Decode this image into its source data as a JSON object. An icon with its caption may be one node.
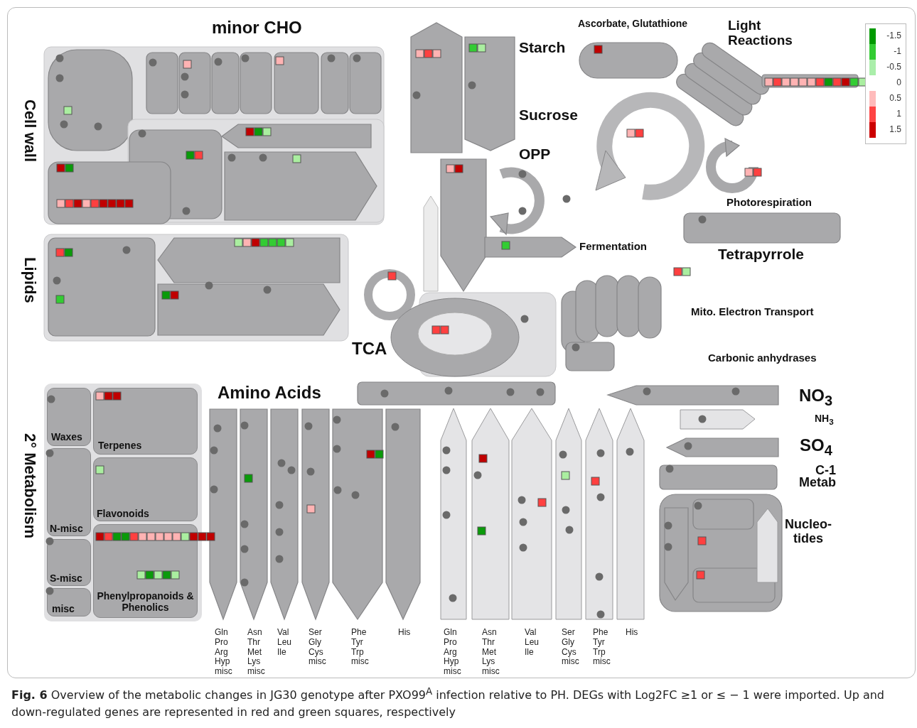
{
  "diagram": {
    "caption": "**Fig. 6** Overview of the metabolic changes in JG30 genotype after PXO99$^{A}$ infection relative to PH. DEGs with Log2FC ≥1 or ≤ − 1 were imported. Up and down-regulated genes are represented in red and green squares, respectively",
    "nodes": [
      {
        "text": [
          "Waxes"
        ]
      },
      {
        "text": [
          "Terpenes"
        ]
      },
      {
        "text": [
          "Flavonoids"
        ]
      },
      {
        "text": [
          "N-misc"
        ]
      },
      {
        "text": [
          "Phenylpropanoids & Phenolics"
        ]
      },
      {
        "text": [
          "S-misc"
        ]
      },
      {
        "text": [
          "misc"
        ]
      }
    ],
    "labels": [
      "minor CHO",
      "Ascorbate, Glutathione",
      "Light Reactions",
      "Starch",
      "Cell wall",
      "Sucrose",
      "OPP",
      "Photorespiration",
      "Fermentation",
      "Tetrapyrrole",
      "Lipids",
      "Mito. Electron Transport",
      "TCA",
      "Carbonic anhydrases",
      "Amino Acids",
      "NO$_{3}$",
      "NH$_{3}$",
      "SO$_{4}$",
      "2° Metabolism",
      "C-1 Metab",
      "Nucleo- tides",
      "Gln Pro Arg Hyp misc",
      "Asn Thr Met Lys misc",
      "Val Leu Ile",
      "Ser Gly Cys misc",
      "Phe Tyr Trp misc",
      "His",
      "Gln Pro Arg Hyp misc",
      "Asn Thr Met Lys misc",
      "Val Leu Ile",
      "Ser Gly Cys misc",
      "Phe Tyr Trp misc",
      "His"
    ],
    "legend": [
      {
        "text": "-1.5",
        "color": "#009900"
      },
      {
        "text": "-1",
        "color": "#33cc33"
      },
      {
        "text": "-0.5",
        "color": "#aaeeaa"
      },
      {
        "text": "0",
        "color": "#ffffff"
      },
      {
        "text": "0.5",
        "color": "#ffbbbb"
      },
      {
        "text": "1",
        "color": "#ff4444"
      },
      {
        "text": "1.5",
        "color": "#cc0000"
      }
    ]
  }
}
